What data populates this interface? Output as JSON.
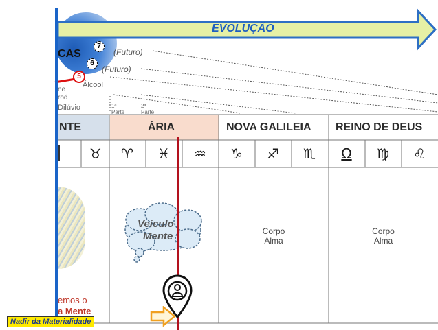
{
  "banner": {
    "title": "EVOLUÇÃO"
  },
  "epochs": {
    "heading_fragment": "CAS",
    "markers": [
      {
        "num": "7",
        "label": "(Futuro)"
      },
      {
        "num": "6",
        "label": "(Futuro)"
      },
      {
        "num": "5",
        "label": "Álcool"
      }
    ],
    "left_labels": [
      "ne",
      "rod",
      "Dilúvio"
    ],
    "parts": [
      "1ª Parte",
      "2ª Parte"
    ]
  },
  "columns": {
    "headers": [
      "NTE",
      "ÁRIA",
      "NOVA GALILEIA",
      "REINO DE DEUS"
    ],
    "signs": [
      "♉",
      "♈",
      "♓",
      "♒",
      "♑",
      "♐",
      "♏",
      "Ω",
      "♍",
      "♌"
    ],
    "body": {
      "aria_cloud": [
        "Veículo",
        "Mente"
      ],
      "nova_galileia": [
        "Corpo",
        "Alma"
      ],
      "reino_de_deus": [
        "Corpo",
        "Alma"
      ]
    }
  },
  "left_text": [
    "emos o",
    "a Mente"
  ],
  "footer_label": "Nadir da Materialidade",
  "colors": {
    "arrow_fill": "#e6f0a5",
    "arrow_stroke": "#2e6fc4",
    "title_blue": "#1f5fbf",
    "aria_header": "#f9dccd",
    "nte_header": "#d6e0eb",
    "red_line": "#b3121e",
    "footer_bg": "#ffea00"
  }
}
